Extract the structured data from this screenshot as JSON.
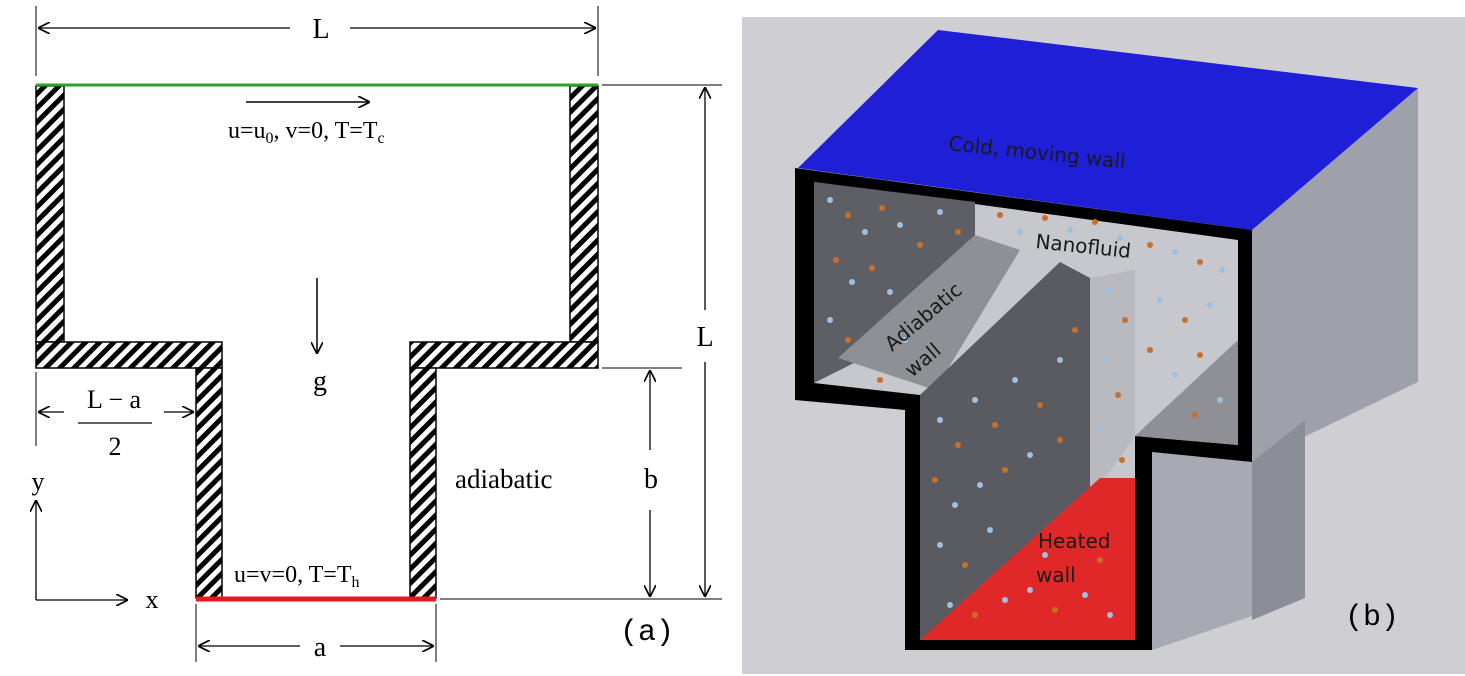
{
  "panel_a": {
    "dim_top": "L",
    "dim_right": "L",
    "top_bc": {
      "u": "u=u",
      "u_sub": "0",
      "rest": ", v=0, T=T",
      "t_sub": "c"
    },
    "gravity": "g",
    "neck_offset": {
      "numerator": "L − a",
      "denominator": "2"
    },
    "axis_y": "y",
    "axis_x": "x",
    "adiabatic": "adiabatic",
    "dim_b": "b",
    "bottom_bc": {
      "text": "u=v=0, T=T",
      "t_sub": "h"
    },
    "dim_a": "a",
    "tag": "(a)",
    "colors": {
      "cold_wall": "#2ca02c",
      "hot_wall": "#e31a1c"
    }
  },
  "panel_b": {
    "cold_wall": "Cold, moving wall",
    "nanofluid": "Nanofluid",
    "adiabatic_wall": [
      "Adiabatic",
      "wall"
    ],
    "heated_wall": [
      "Heated",
      "wall"
    ],
    "tag": "(b)",
    "colors": {
      "moving_wall": "#1f1fd8",
      "heated_wall": "#e02828",
      "background": "#cfcfd3"
    }
  }
}
